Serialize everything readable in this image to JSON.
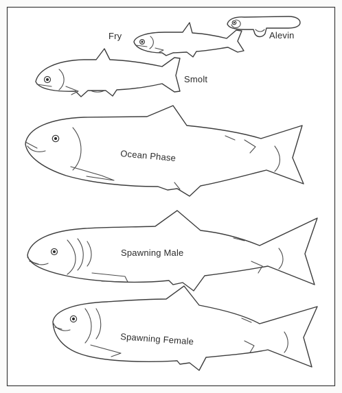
{
  "stages": [
    {
      "id": "alevin",
      "label": "Alevin"
    },
    {
      "id": "fry",
      "label": "Fry"
    },
    {
      "id": "smolt",
      "label": "Smolt"
    },
    {
      "id": "ocean-phase",
      "label": "Ocean Phase"
    },
    {
      "id": "spawning-male",
      "label": "Spawning Male"
    },
    {
      "id": "spawning-female",
      "label": "Spawning Female"
    }
  ]
}
